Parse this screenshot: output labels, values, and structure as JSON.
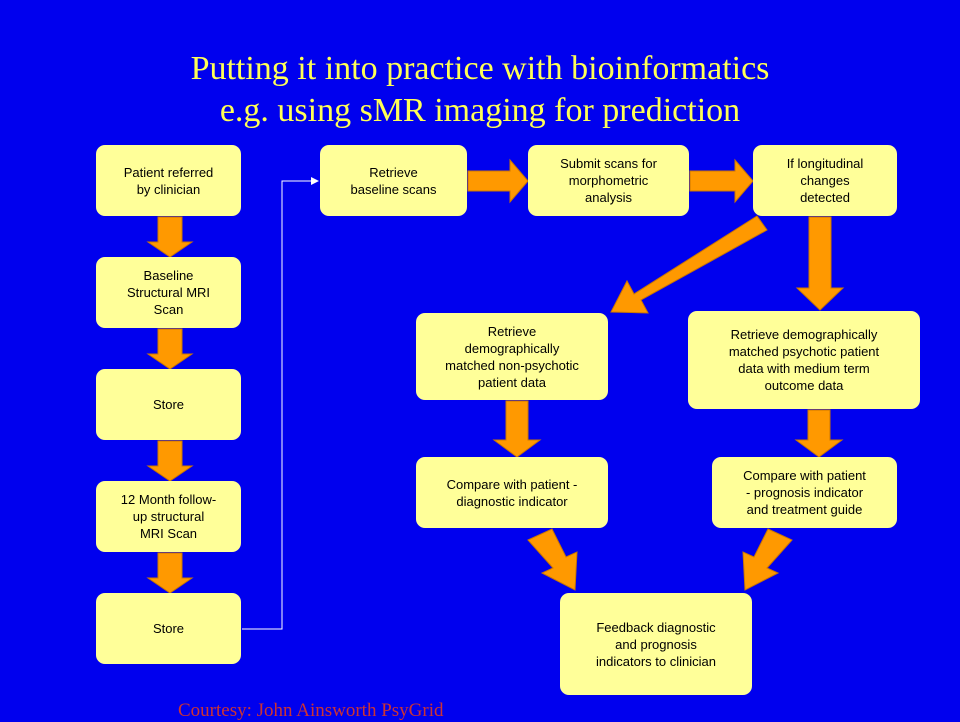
{
  "title": {
    "line1": "Putting it into practice with bioinformatics",
    "line2": "e.g. using sMR imaging for prediction"
  },
  "boxes": {
    "patient_referred": "Patient referred\nby clinician",
    "baseline_mri": "Baseline\nStructural MRI\nScan",
    "store1": "Store",
    "followup_mri": "12 Month follow-\nup structural\nMRI Scan",
    "store2": "Store",
    "retrieve_baseline": "Retrieve\nbaseline scans",
    "submit_scans": "Submit scans for\nmorphometric\nanalysis",
    "longitudinal": "If longitudinal\nchanges\ndetected",
    "retrieve_nonpsychotic": "Retrieve\ndemographically\nmatched non-psychotic\npatient data",
    "retrieve_psychotic": "Retrieve demographically\nmatched psychotic patient\ndata with medium term\noutcome data",
    "compare_diagnostic": "Compare with patient -\ndiagnostic indicator",
    "compare_prognosis": "Compare with patient\n- prognosis indicator\nand treatment guide",
    "feedback": "Feedback diagnostic\nand prognosis\nindicators to clinician"
  },
  "courtesy": "Courtesy: John Ainsworth PsyGrid",
  "colors": {
    "background": "#0000ee",
    "box": "#ffff99",
    "arrow": "#ff9900",
    "title": "#ffff55"
  }
}
